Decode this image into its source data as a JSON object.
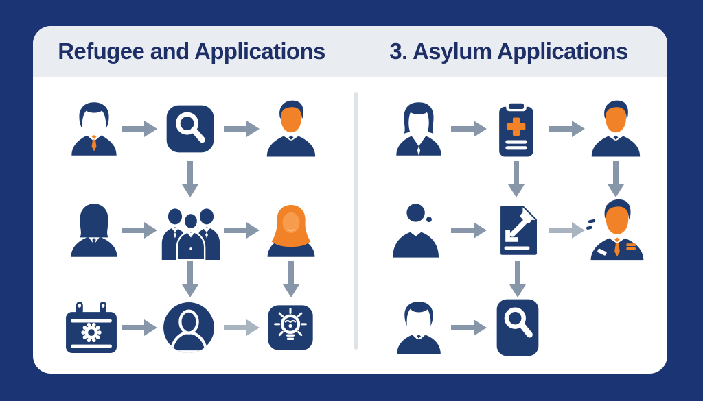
{
  "theme": {
    "bg": "#1b3474",
    "card-bg": "#ffffff",
    "header-bg": "#e9edf2",
    "divider": "#dfe3e8",
    "navy": "#1f3c70",
    "orange": "#f28227",
    "orange-light": "#f79b4d",
    "arrow": "#8796a9",
    "arrow-light": "#a9b4c1",
    "title": "#1d2f66"
  },
  "panels": [
    {
      "id": "refugee",
      "title": "Refugee and Applications",
      "flow_rows": [
        [
          "person-applicant",
          "arrow-right",
          "search-square",
          "arrow-right",
          "man-orange-face"
        ],
        [
          "woman-silhouette",
          "arrow-right",
          "committee-group",
          "arrow-right",
          "woman-orange-hair"
        ],
        [
          "calendar-gear",
          "arrow-right",
          "person-circle",
          "arrow-right",
          "lightbulb"
        ]
      ],
      "down_links": [
        "search-square to committee-group",
        "committee-group to person-circle",
        "woman-orange-hair to lightbulb"
      ]
    },
    {
      "id": "asylum",
      "title": "3. Asylum Applications",
      "flow_rows": [
        [
          "woman-applicant",
          "arrow-right",
          "clipboard-medical",
          "arrow-right",
          "man-orange-face"
        ],
        [
          "person-solid",
          "arrow-right",
          "document-decision",
          "arrow-right",
          "officer-badge"
        ],
        [
          "man-suit",
          "arrow-right",
          "search-card"
        ]
      ],
      "down_links": [
        "clipboard-medical to document-decision",
        "man-orange-face to officer-badge",
        "document-decision to search-card"
      ]
    }
  ]
}
